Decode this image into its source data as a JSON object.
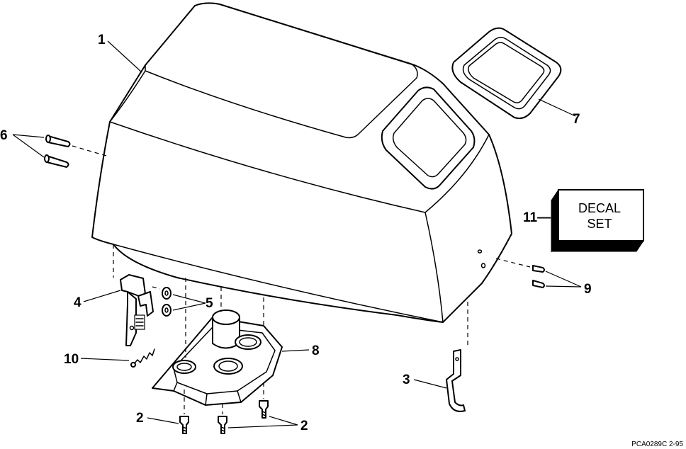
{
  "diagram": {
    "callouts": {
      "c1": "1",
      "c2a": "2",
      "c2b": "2",
      "c3": "3",
      "c4": "4",
      "c5": "5",
      "c6": "6",
      "c7": "7",
      "c8": "8",
      "c9": "9",
      "c10": "10",
      "c11": "11—"
    },
    "decal": {
      "line1": "DECAL",
      "line2": "SET"
    },
    "drawing_code": "PCA0289C   2-95"
  }
}
